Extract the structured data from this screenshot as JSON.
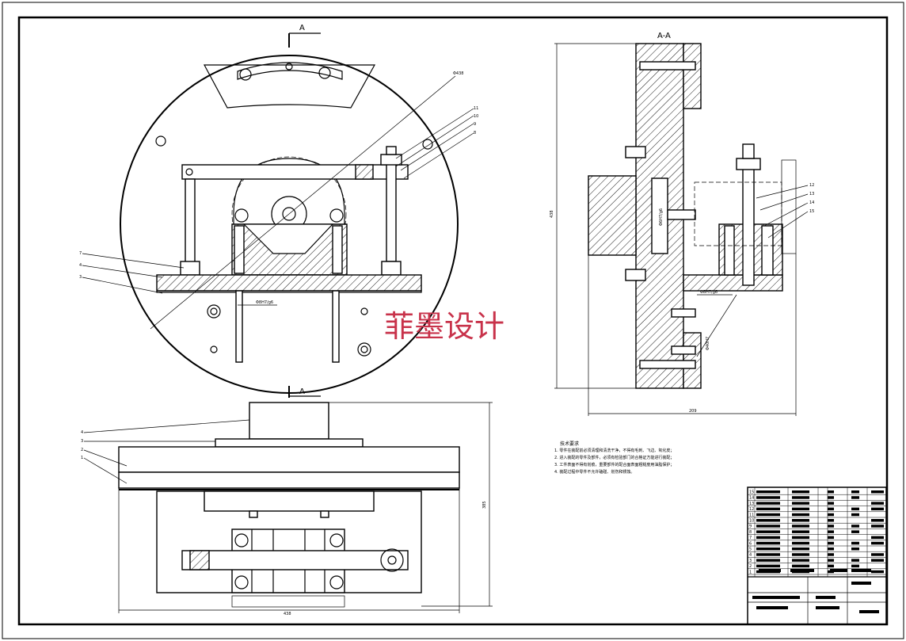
{
  "drawing": {
    "section_arrow_label": "A",
    "section_title": "A-A",
    "watermark": "菲墨设计"
  },
  "dims": {
    "top_diameter": "Φ438",
    "fit_top_view": "Φ8H7/g6",
    "fit_section_a": "Φ6H7/g6",
    "fit_section_b": "Φ8H7/g6",
    "fit_section_c": "Φ40H7",
    "height_section": "438",
    "width_section": "209",
    "width_front": "438",
    "height_front": "385"
  },
  "balloons": {
    "top_left": [
      "7",
      "4",
      "3"
    ],
    "top_right": [
      "11",
      "10",
      "9",
      "8"
    ],
    "section_right": [
      "12",
      "13",
      "14",
      "15"
    ],
    "front_left": [
      "4",
      "3",
      "2",
      "1"
    ]
  },
  "tech_notes": {
    "title": "技术要求",
    "items": [
      "1. 零件在装配前必须清理和清洗干净，不得有毛刺、飞边、氧化皮；",
      "2. 进入装配的零件及部件，必须有检验部门的合格证方能进行装配；",
      "3. 工件表面不得有划痕，重要部件的配合面表面粗糙度用油脂保护；",
      "4. 装配过程中零件不允许磕碰、划伤和锈蚀。"
    ]
  },
  "title_block": {
    "item_numbers": [
      "15",
      "14",
      "13",
      "12",
      "11",
      "10",
      "9",
      "8",
      "7",
      "6",
      "5",
      "4",
      "3",
      "2",
      "1"
    ]
  }
}
